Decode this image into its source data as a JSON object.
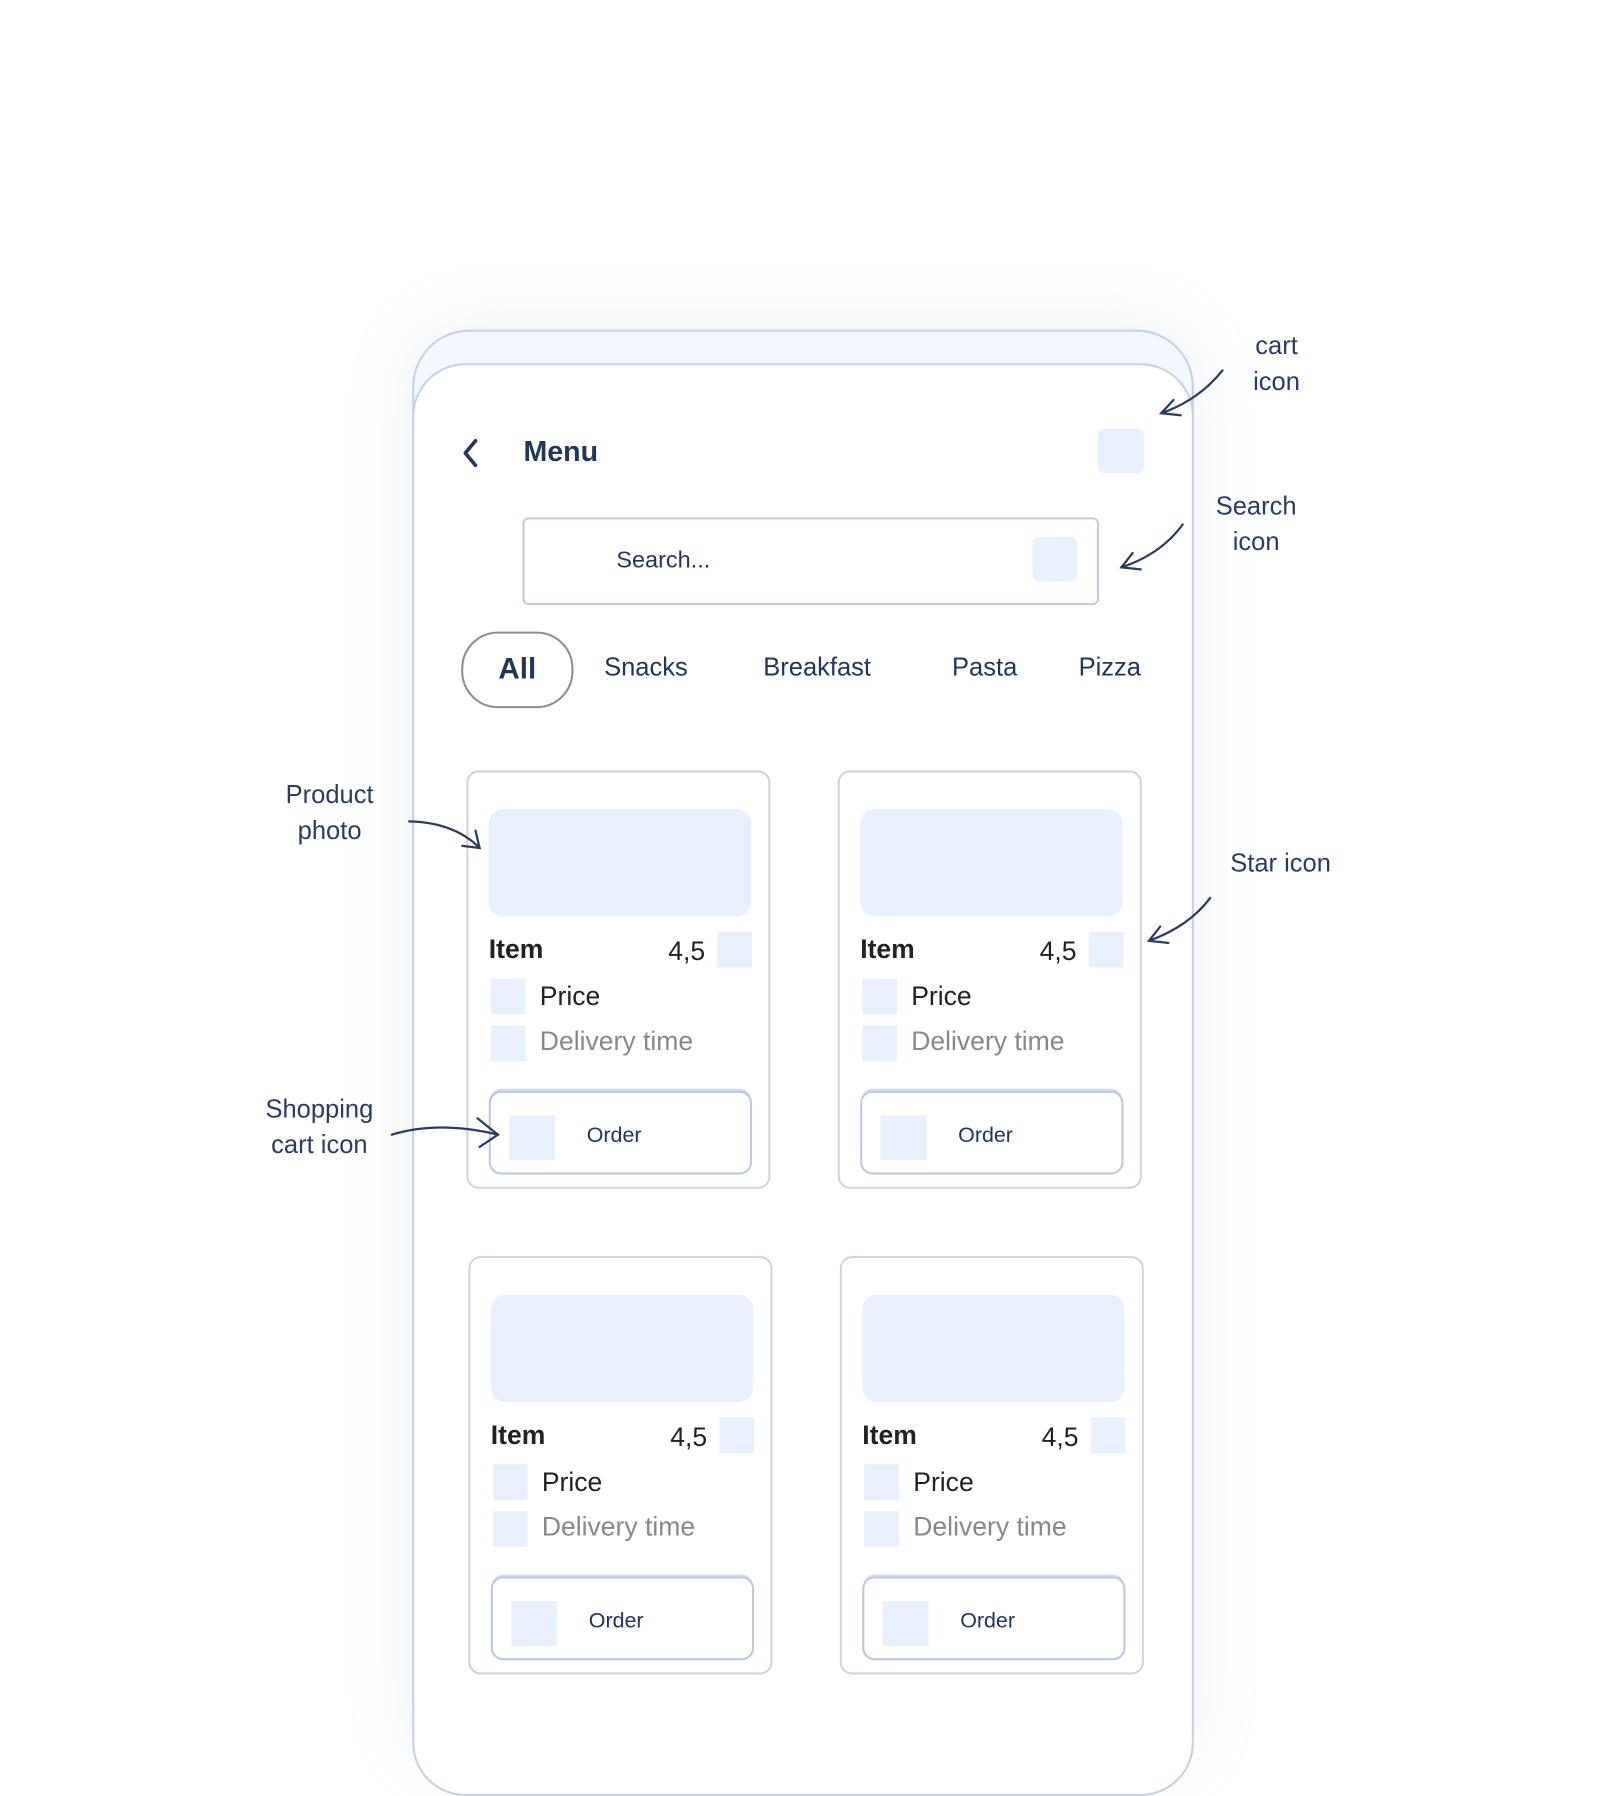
{
  "header": {
    "title": "Menu",
    "back_icon": "chevron-left-icon",
    "cart_icon": "cart-icon"
  },
  "search": {
    "placeholder": "Search...",
    "icon": "search-icon"
  },
  "categories": [
    {
      "label": "All",
      "selected": true
    },
    {
      "label": "Snacks"
    },
    {
      "label": "Breakfast"
    },
    {
      "label": "Pasta"
    },
    {
      "label": "Pizza"
    }
  ],
  "products": [
    {
      "name": "Item",
      "rating": "4,5",
      "price": "Price",
      "delivery": "Delivery time",
      "order_label": "Order"
    },
    {
      "name": "Item",
      "rating": "4,5",
      "price": "Price",
      "delivery": "Delivery time",
      "order_label": "Order"
    },
    {
      "name": "Item",
      "rating": "4,5",
      "price": "Price",
      "delivery": "Delivery time",
      "order_label": "Order"
    },
    {
      "name": "Item",
      "rating": "4,5",
      "price": "Price",
      "delivery": "Delivery time",
      "order_label": "Order"
    }
  ],
  "annotations": {
    "cart": [
      "cart",
      "icon"
    ],
    "search": [
      "Search",
      "icon"
    ],
    "star": [
      "Star icon"
    ],
    "photo": [
      "Product",
      "photo"
    ],
    "shopping": [
      "Shopping",
      "cart icon"
    ]
  },
  "colors": {
    "placeholder": "#e8f0fd",
    "text": "#22365a",
    "border": "#c8d0e2"
  }
}
